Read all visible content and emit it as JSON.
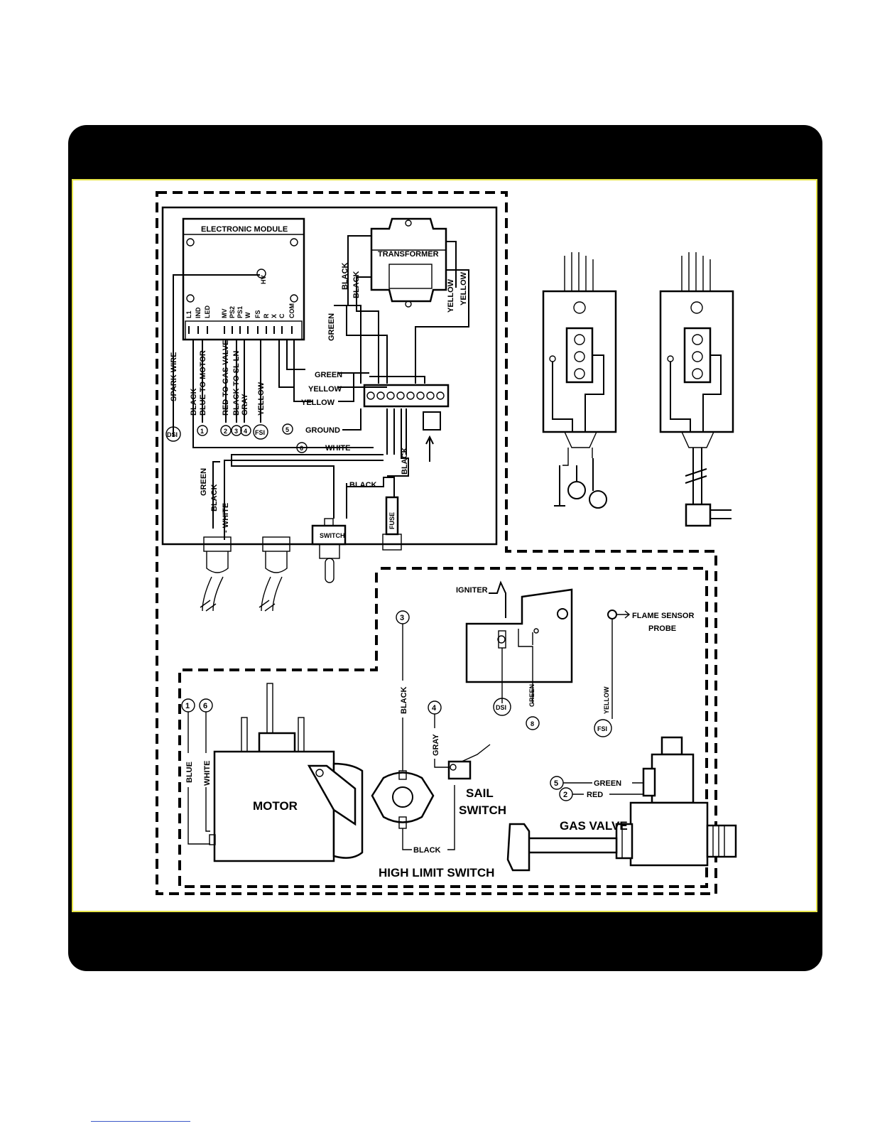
{
  "module": {
    "title": "ELECTRONIC MODULE",
    "hv": "HV",
    "terminals": [
      "L1",
      "IND",
      "LED",
      "MV",
      "PS2",
      "PS1",
      "W",
      "FS",
      "R",
      "X",
      "C",
      "COM"
    ]
  },
  "transformer": {
    "title": "TRANSFORMER"
  },
  "wires": {
    "spark_wire": "SPARK WIRE",
    "black": "BLACK",
    "blue_to_motor": "BLUE TO MOTOR",
    "red_to_gas_valve": "RED TO GAS VALVE",
    "black_to_sl_ln": "BLACK TO SL LN",
    "gray": "GRAY",
    "yellow": "YELLOW",
    "green": "GREEN",
    "ground": "GROUND",
    "white": "WHITE",
    "white_dash": "- WHITE",
    "blue": "BLUE",
    "red": "RED"
  },
  "markers": {
    "dsi": "DSI",
    "fsi": "FSI",
    "n1": "1",
    "n2": "2",
    "n3": "3",
    "n4": "4",
    "n5": "5",
    "n6": "6",
    "n8": "8"
  },
  "parts": {
    "switch": "SWITCH",
    "fuse": "FUSE",
    "igniter": "IGNITER",
    "flame_sensor_1": "FLAME SENSOR",
    "flame_sensor_2": "PROBE",
    "motor": "MOTOR",
    "sail_1": "SAIL",
    "sail_2": "SWITCH",
    "gas_valve": "GAS VALVE",
    "high_limit": "HIGH LIMIT SWITCH"
  }
}
